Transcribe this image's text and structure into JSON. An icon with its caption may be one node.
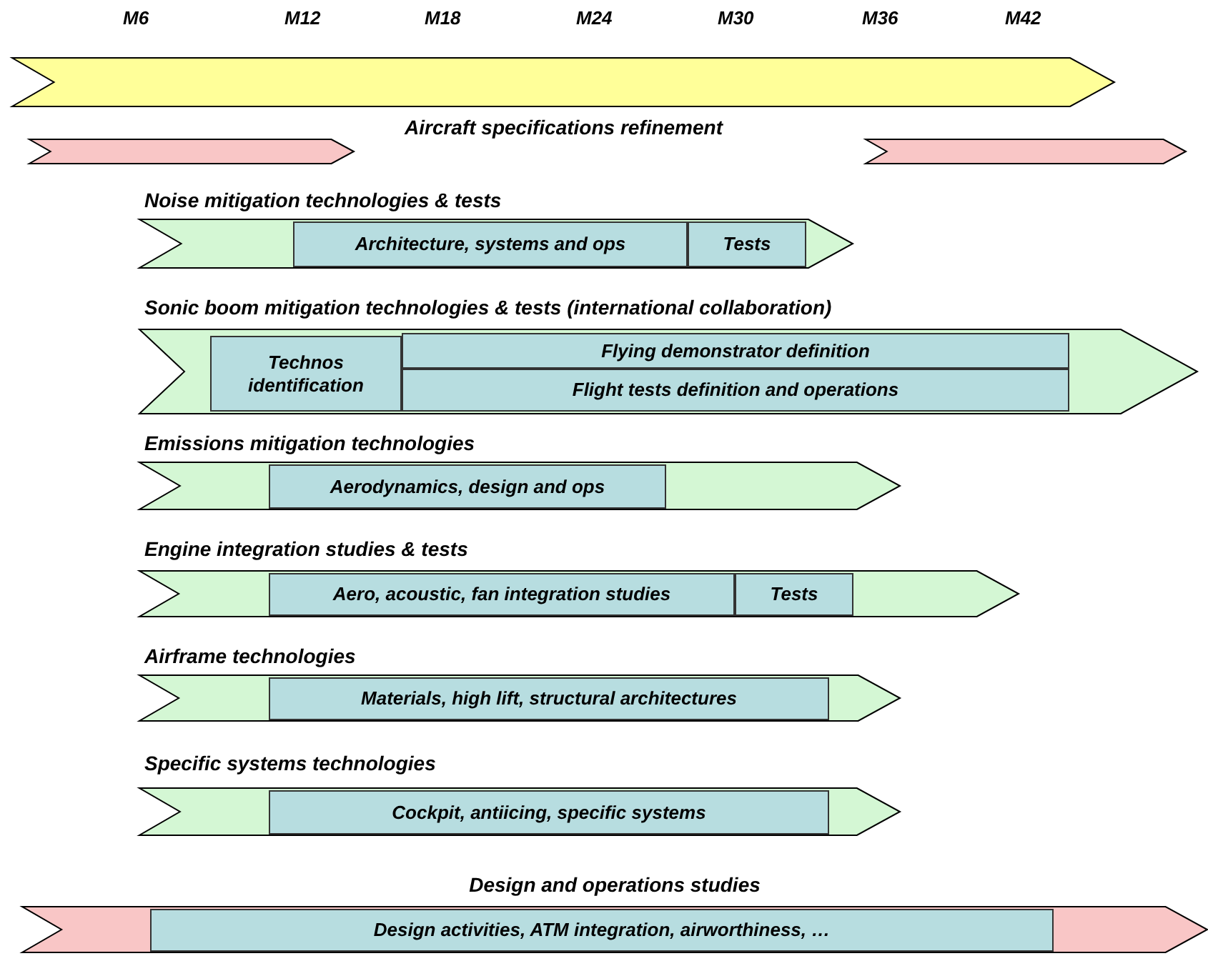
{
  "diagram": {
    "nodes": [
      {
        "text": [],
        "shape": "arrow"
      },
      {
        "text": [],
        "shape": "arrow"
      },
      {
        "text": [],
        "shape": "arrow"
      },
      {
        "text": [
          "Noise mitigation technologies & tests"
        ]
      },
      {
        "text": [
          "Architecture, systems and ops"
        ],
        "in": 3
      },
      {
        "text": [
          "Tests"
        ],
        "in": 3
      },
      {
        "text": [
          "Sonic boom mitigation technologies & tests (international collaboration)"
        ]
      },
      {
        "text": [
          "Technos identification"
        ],
        "in": 6
      },
      {
        "text": [
          "Flying demonstrator definition"
        ],
        "in": 6
      },
      {
        "text": [
          "Flight tests definition and operations"
        ],
        "in": 6
      },
      {
        "text": [
          "Emissions mitigation technologies"
        ]
      },
      {
        "text": [
          "Aerodynamics, design and ops"
        ],
        "in": 10
      },
      {
        "text": [
          "Engine integration studies & tests"
        ]
      },
      {
        "text": [
          "Aero, acoustic, fan integration studies"
        ],
        "in": 12
      },
      {
        "text": [
          "Tests"
        ],
        "in": 12
      },
      {
        "text": [
          "Airframe technologies"
        ]
      },
      {
        "text": [
          "Materials, high lift, structural architectures"
        ],
        "in": 15
      },
      {
        "text": [
          "Specific systems technologies"
        ]
      },
      {
        "text": [
          "Cockpit, antiicing, specific systems"
        ],
        "in": 17
      },
      {
        "text": [
          "Design and operations studies"
        ]
      },
      {
        "text": [
          "Design activities, ATM integration, airworthiness, …"
        ],
        "in": 19
      }
    ],
    "labels": [
      "M6",
      "M12",
      "M18",
      "M24",
      "M30",
      "M36",
      "M42",
      "Aircraft specifications refinement"
    ]
  }
}
